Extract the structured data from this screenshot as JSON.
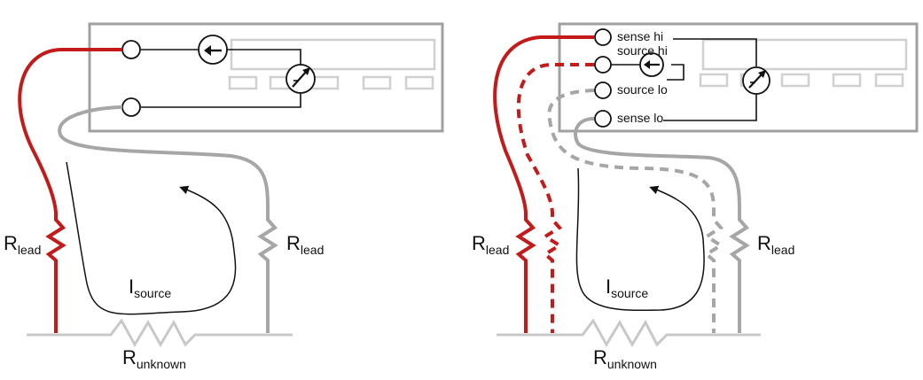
{
  "diagrams": [
    {
      "lead_left": {
        "main": "R",
        "sub": "lead"
      },
      "lead_right": {
        "main": "R",
        "sub": "lead"
      },
      "current": {
        "main": "I",
        "sub": "source"
      },
      "unknown": {
        "main": "R",
        "sub": "unknown"
      }
    },
    {
      "terminals": [
        "sense hi",
        "source hi",
        "source lo",
        "sense lo"
      ],
      "lead_left": {
        "main": "R",
        "sub": "lead"
      },
      "lead_right": {
        "main": "R",
        "sub": "lead"
      },
      "current": {
        "main": "I",
        "sub": "source"
      },
      "unknown": {
        "main": "R",
        "sub": "unknown"
      }
    }
  ],
  "colors": {
    "red_lead": "#c41a1a",
    "gray_lead": "#a6a6a6",
    "meter_panel": "#a0a0a0",
    "meter_detail": "#d0d0d0",
    "wire": "#111111"
  },
  "icons": [
    "current-source-icon",
    "voltmeter-icon",
    "resistor-icon",
    "terminal-icon",
    "current-arrow-icon"
  ]
}
